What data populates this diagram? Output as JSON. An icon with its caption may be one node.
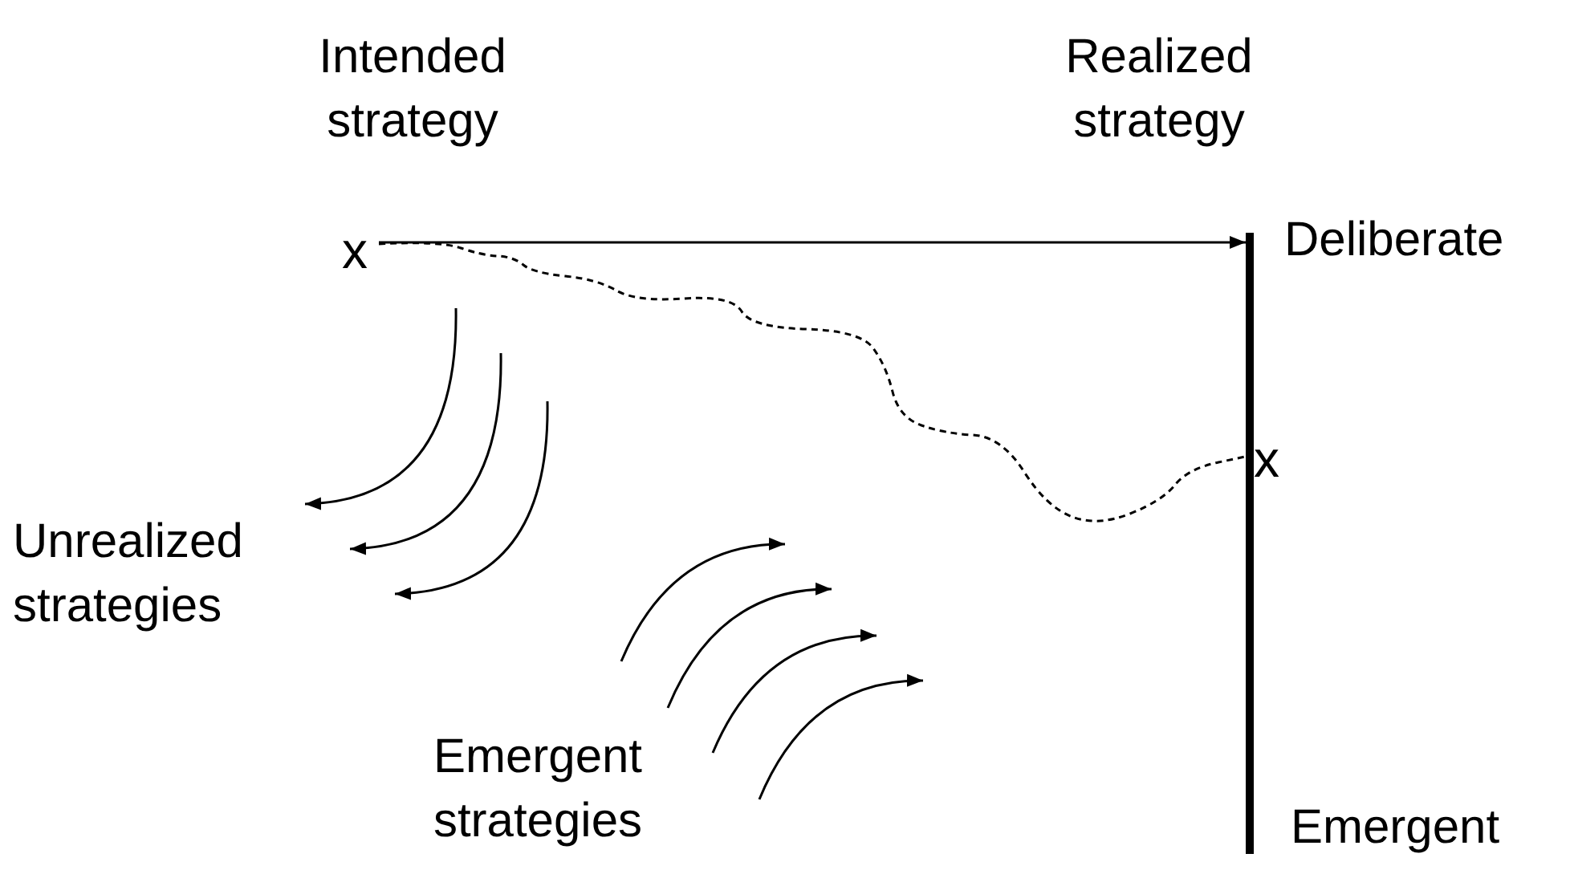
{
  "diagram": {
    "nodes": [
      {
        "text": [
          "x"
        ],
        "beside": [
          "Intended strategy"
        ]
      },
      {
        "text": [],
        "shape": "bar"
      },
      {
        "text": [
          "x"
        ]
      }
    ],
    "edges": [
      {
        "from": 0,
        "to": 1,
        "arrow": "to"
      },
      {
        "from": 0,
        "to": 2,
        "arrow": "none",
        "style": "dashed"
      }
    ],
    "labels": [
      "Realized strategy",
      "Deliberate",
      "Unrealized strategies",
      "Emergent strategies",
      "Emergent"
    ]
  }
}
